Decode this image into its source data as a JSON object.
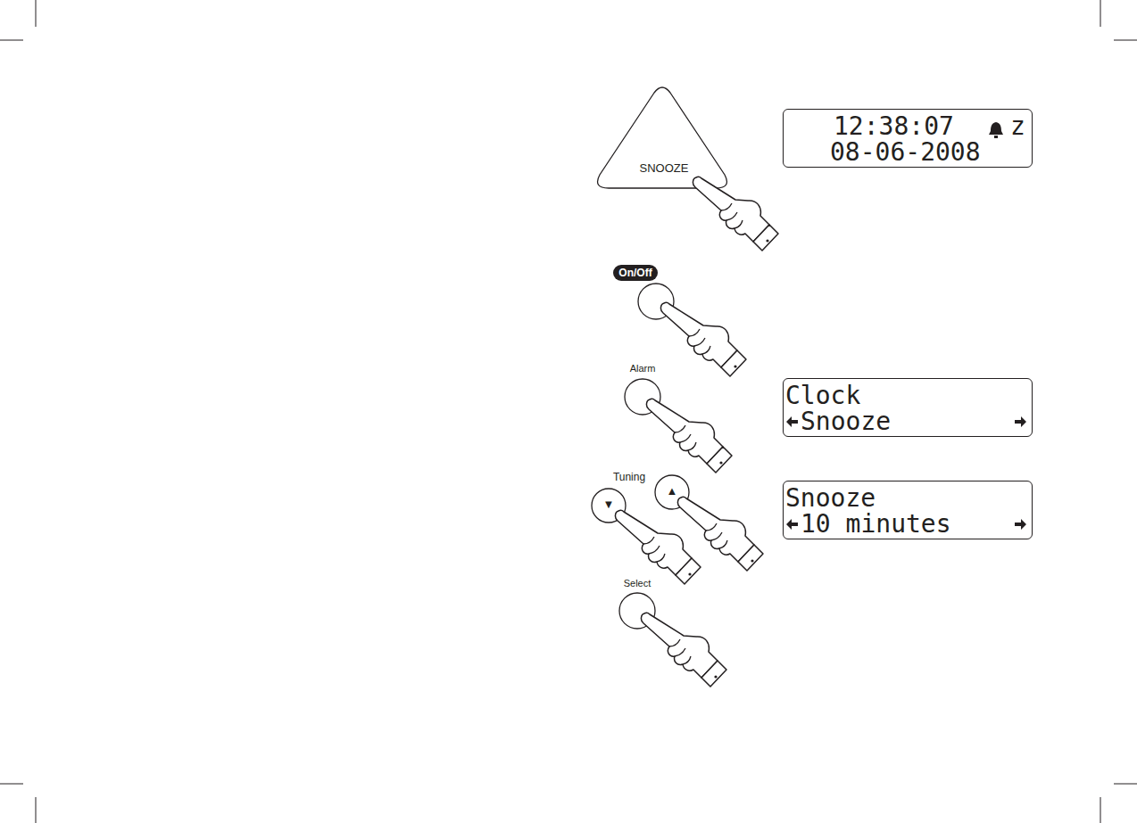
{
  "diagram": {
    "nodes": [
      {
        "text": [
          "SNOOZE"
        ]
      },
      {
        "text": [
          "12:38:07",
          "z",
          "08-06-2008"
        ]
      },
      {
        "text": [
          "On/Off"
        ]
      },
      {
        "text": [
          "Alarm"
        ]
      },
      {
        "text": [
          "Clock",
          "Snooze"
        ]
      },
      {
        "text": [
          "▼"
        ]
      },
      {
        "text": [
          "▲"
        ]
      },
      {
        "text": [
          "Snooze",
          "10 minutes"
        ]
      },
      {
        "text": [
          "Select"
        ]
      }
    ],
    "labels": [
      "Tuning"
    ]
  }
}
